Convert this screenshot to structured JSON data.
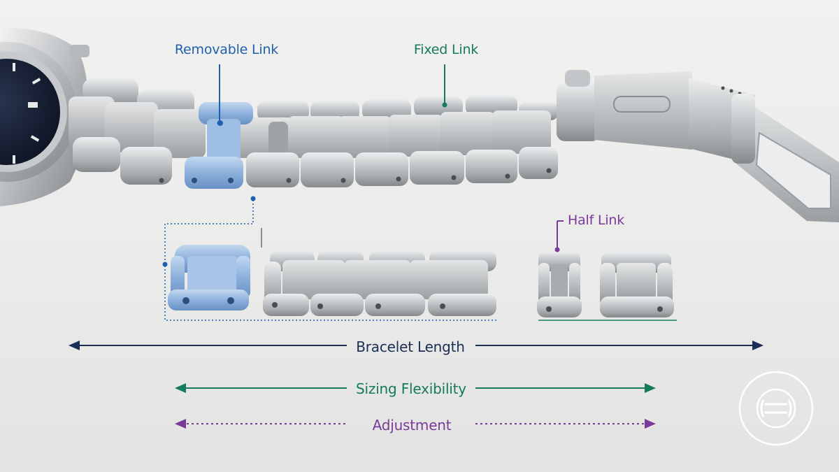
{
  "labels": {
    "removable_link": "Removable Link",
    "fixed_link": "Fixed Link",
    "half_link": "Half Link",
    "bracelet_length": "Bracelet Length",
    "sizing_flexibility": "Sizing Flexibility",
    "adjustment": "Adjustment"
  },
  "colors": {
    "removable": "#1f5fb0",
    "fixed": "#157a5e",
    "half": "#7a3a9a",
    "length": "#1b2e55",
    "steel_light": "#d4d6d8",
    "steel_dark": "#8f9396",
    "link_blue": "#8fb3dc"
  },
  "icons": {
    "logo": "chain-link-logo-icon"
  }
}
